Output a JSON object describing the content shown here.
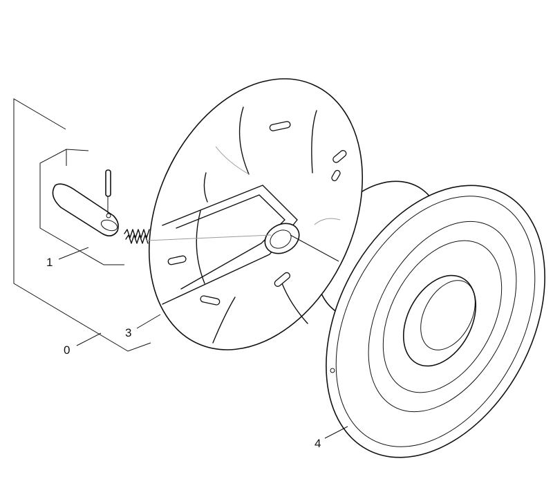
{
  "diagram": {
    "callouts": [
      {
        "id": "0",
        "text": "0"
      },
      {
        "id": "1",
        "text": "1"
      },
      {
        "id": "3",
        "text": "3"
      },
      {
        "id": "4",
        "text": "4"
      }
    ]
  }
}
